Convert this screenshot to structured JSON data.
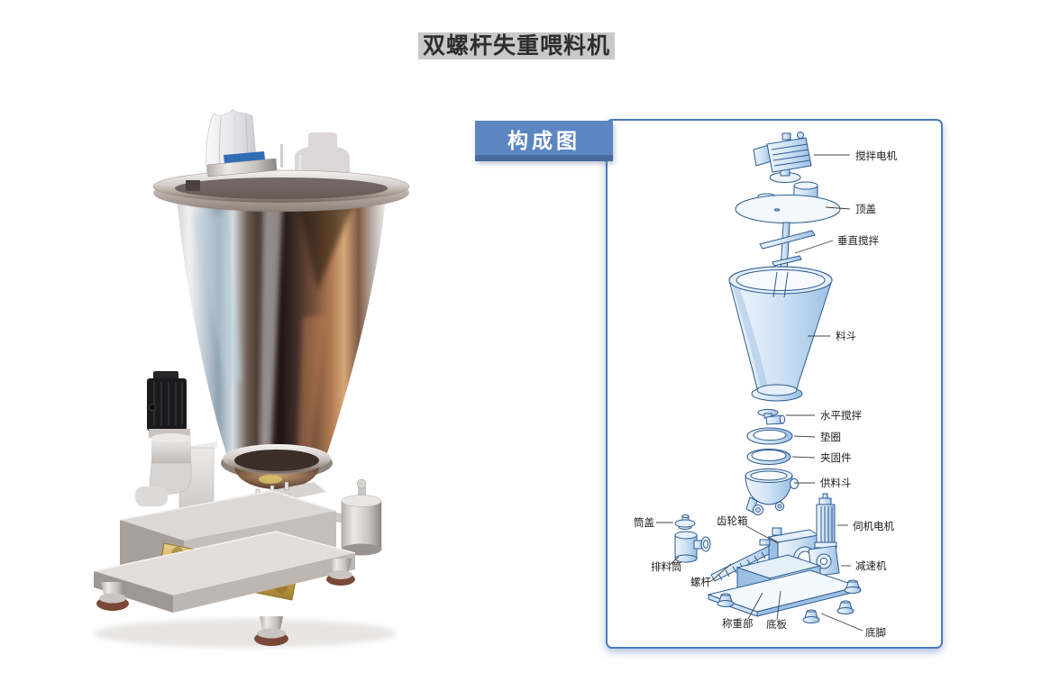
{
  "page": {
    "title": "双螺杆失重喂料机",
    "background_color": "#ffffff"
  },
  "composition_panel": {
    "tab_label": "构成图",
    "colors": {
      "panel_border": "#4a7cc2",
      "tab_background": "#5b86c2",
      "tab_shadow": "#49689f",
      "tab_text": "#ffffff",
      "part_fill": "#cfe2f4",
      "part_fill_light": "#eef5fc",
      "part_fill_dark": "#9cc0e4",
      "part_stroke": "#2d5c94",
      "leader_line": "#3f3f3f",
      "label_text": "#1c1c1c"
    },
    "labels": {
      "stir_motor": "搅拌电机",
      "top_cover": "顶盖",
      "vertical_stirrer": "垂直搅拌",
      "hopper": "料斗",
      "horizontal_stirrer": "水平搅拌",
      "washer": "垫圈",
      "clamp": "夹固件",
      "feed_hopper": "供料斗",
      "cylinder_cover": "筒盖",
      "gearbox": "齿轮箱",
      "servo_motor": "伺机电机",
      "reducer": "减速机",
      "discharge_cylinder": "排料筒",
      "screw": "螺杆",
      "weighing_unit": "称重部",
      "base_plate": "底板",
      "foot": "底脚"
    }
  },
  "machine_photo": {
    "steel_color": "#d8d2ce",
    "reflection_dark": "#2a1d18",
    "reflection_copper": "#b07b52",
    "brass_plate_color": "#c9a64e",
    "foot_pad_color": "#7a4836",
    "clamp_accent_color": "#2f6db5"
  }
}
